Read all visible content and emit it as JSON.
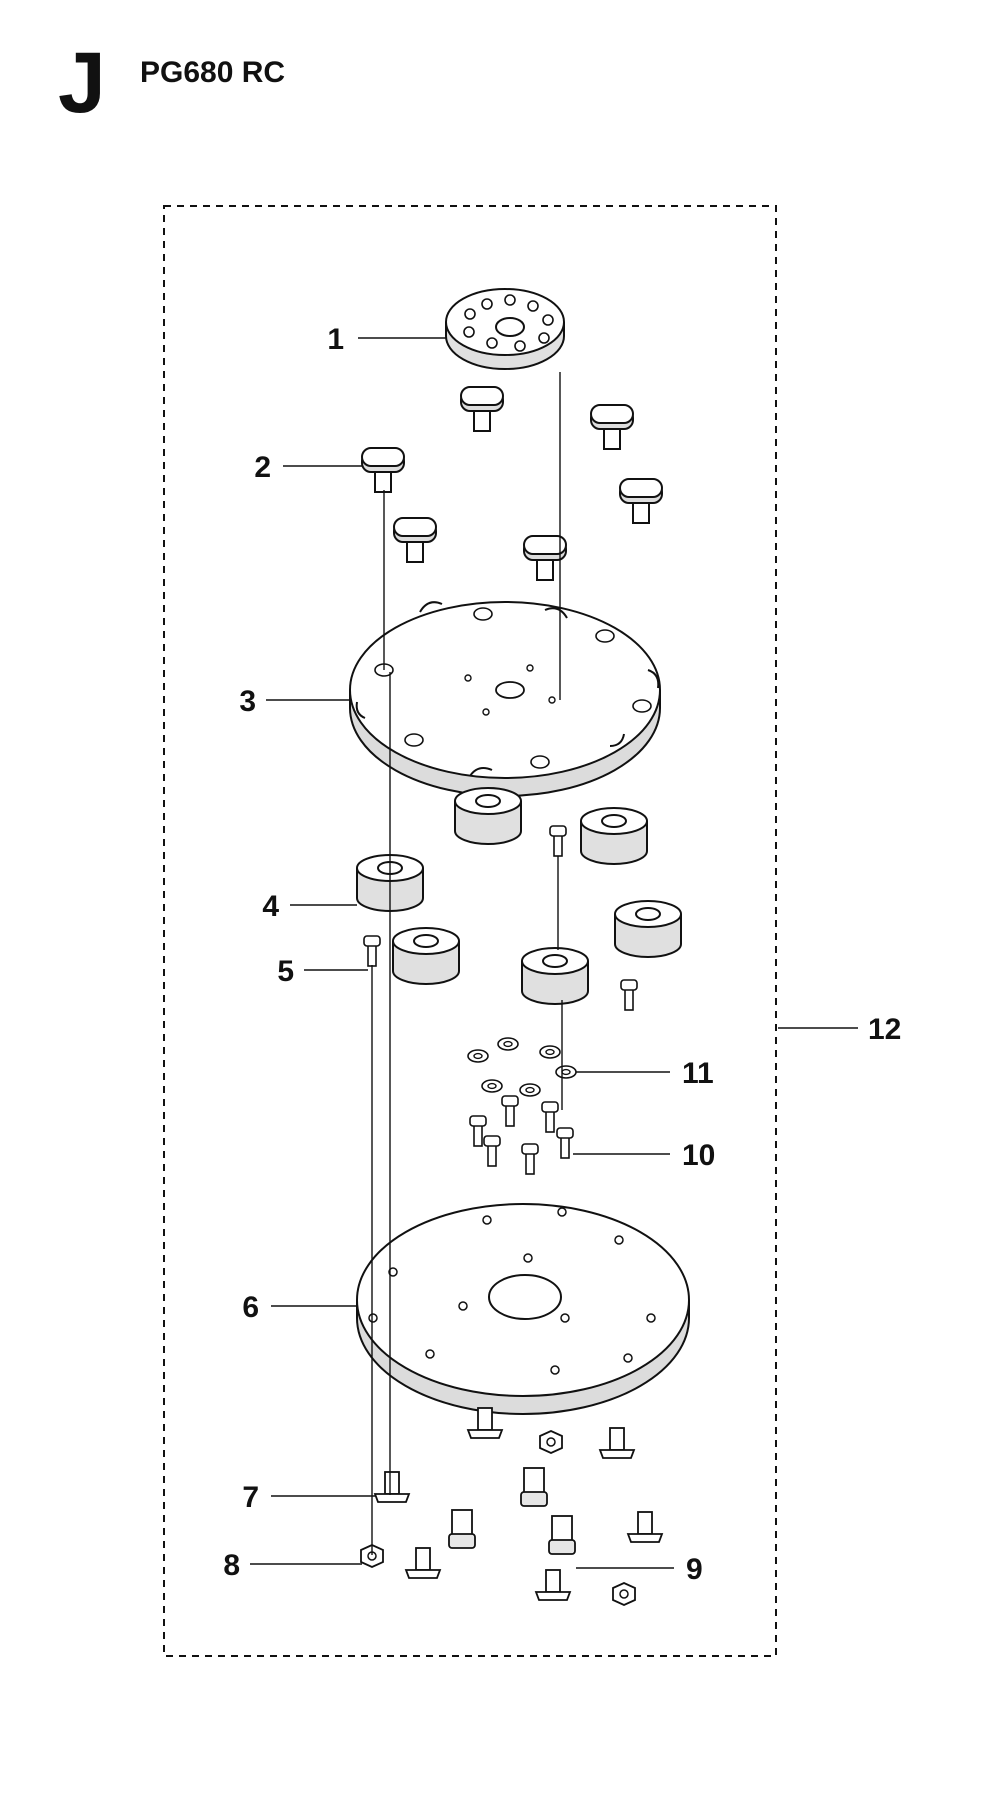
{
  "header": {
    "section_letter": "J",
    "model": "PG680 RC"
  },
  "callouts": {
    "c1": "1",
    "c2": "2",
    "c3": "3",
    "c4": "4",
    "c5": "5",
    "c6": "6",
    "c7": "7",
    "c8": "8",
    "c9": "9",
    "c10": "10",
    "c11": "11",
    "c12": "12"
  },
  "colors": {
    "line": "#111111",
    "part_fill": "#ffffff",
    "part_side": "#dcdcdc"
  }
}
